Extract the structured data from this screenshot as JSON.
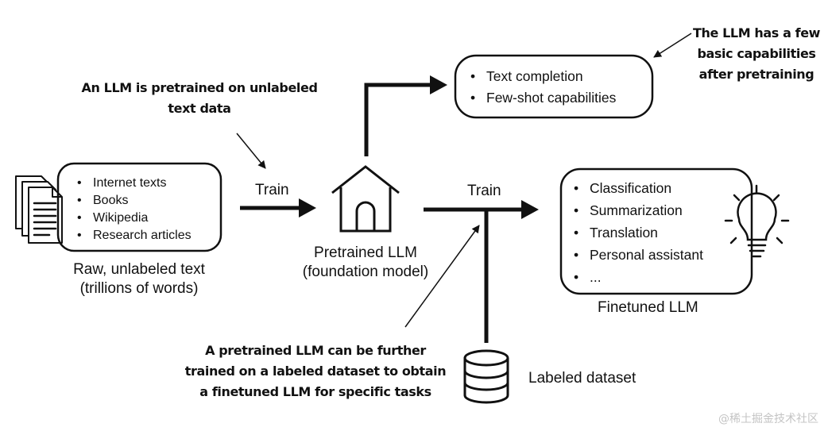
{
  "notes": {
    "pretrain": [
      "An LLM is pretrained on unlabeled",
      "text data"
    ],
    "capabilities": [
      "The LLM has a few",
      "basic capabilities",
      "after pretraining"
    ],
    "finetune": [
      "A pretrained LLM can be further",
      "trained on a labeled dataset to obtain",
      "a finetuned LLM for specific tasks"
    ]
  },
  "raw_text": {
    "items": [
      "Internet texts",
      "Books",
      "Wikipedia",
      "Research articles"
    ],
    "caption": [
      "Raw, unlabeled text",
      "(trillions of words)"
    ]
  },
  "pretrained": {
    "caption": [
      "Pretrained LLM",
      "(foundation model)"
    ],
    "capabilities": [
      "Text completion",
      "Few-shot capabilities"
    ]
  },
  "finetuned": {
    "items": [
      "Classification",
      "Summarization",
      "Translation",
      "Personal assistant",
      "..."
    ],
    "caption": "Finetuned LLM"
  },
  "train_labels": [
    "Train",
    "Train"
  ],
  "dataset_label": "Labeled dataset",
  "watermark": "@稀土掘金技术社区"
}
